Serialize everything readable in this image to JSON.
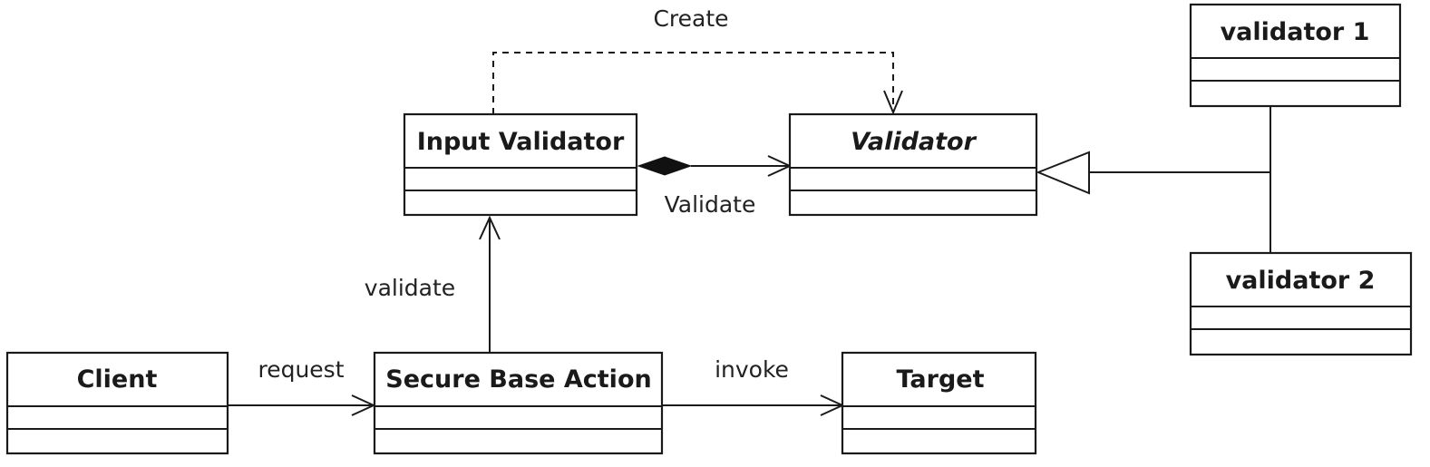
{
  "classes": {
    "input_validator": "Input Validator",
    "validator": "Validator",
    "validator_1": "validator 1",
    "validator_2": "validator 2",
    "client": "Client",
    "secure_base_action": "Secure Base Action",
    "target": "Target"
  },
  "relations": {
    "create": "Create",
    "validate_composition": "Validate",
    "validate_call": "validate",
    "request": "request",
    "invoke": "invoke"
  }
}
